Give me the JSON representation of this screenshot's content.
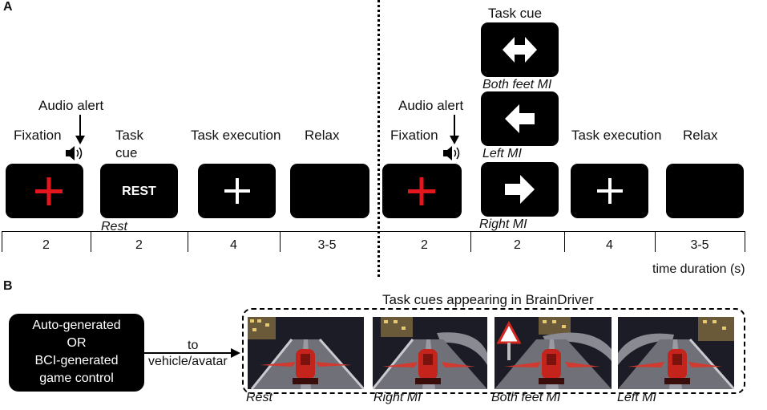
{
  "panel_a": {
    "letter": "A",
    "left_block": {
      "audio_alert": "Audio alert",
      "fixation": "Fixation",
      "task_cue_line1": "Task",
      "task_cue_line2": "cue",
      "task_execution": "Task execution",
      "relax": "Relax",
      "rest_screen_text": "REST",
      "rest_caption": "Rest"
    },
    "right_block": {
      "audio_alert": "Audio alert",
      "fixation": "Fixation",
      "task_cue": "Task cue",
      "task_execution": "Task execution",
      "relax": "Relax",
      "cue_both_feet": "Both feet MI",
      "cue_left": "Left MI",
      "cue_right": "Right MI"
    },
    "durations": [
      "2",
      "2",
      "4",
      "3-5",
      "2",
      "2",
      "4",
      "3-5"
    ],
    "time_axis_label": "time duration (s)"
  },
  "panel_b": {
    "letter": "B",
    "control_box_lines": [
      "Auto-generated",
      "OR",
      "BCI-generated",
      "game control"
    ],
    "arrow_label_line1": "to",
    "arrow_label_line2": "vehicle/avatar",
    "cues_title": "Task cues appearing in BrainDriver",
    "scene_captions": [
      "Rest",
      "Right MI",
      "Both feet MI",
      "Left MI"
    ]
  },
  "colors": {
    "fixation_red": "#e4161d",
    "screen_black": "#000000"
  }
}
